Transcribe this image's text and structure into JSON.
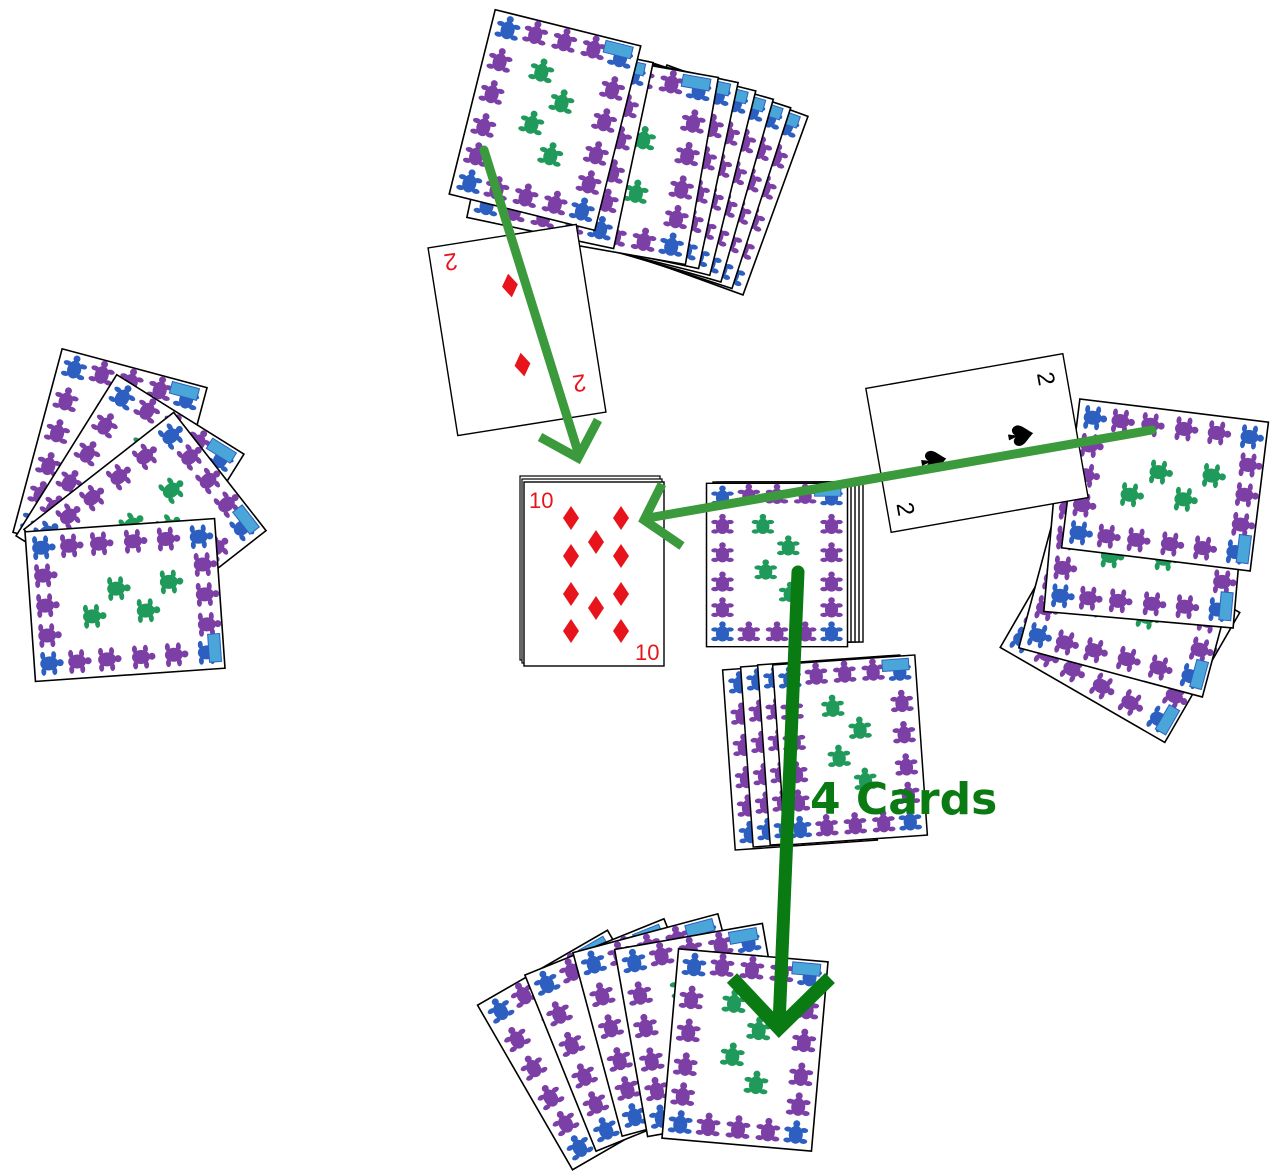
{
  "table": {
    "background": "#ffffff"
  },
  "colors": {
    "card_face": "#ffffff",
    "card_border": "#000000",
    "red_suit": "#e8141b",
    "black_suit": "#000000",
    "back_purple": "#7b3fa6",
    "back_green": "#1f9a5a",
    "back_blue": "#2d5fc1",
    "back_badge": "#4aa6d8",
    "arrow_light": "#3b9a3b",
    "arrow_dark": "#0a7a12",
    "label_green": "#0a7a12"
  },
  "played_cards": {
    "top_player_card": {
      "rank": "2",
      "suit": "diamonds",
      "suit_icon": "diamond-icon"
    },
    "right_player_card": {
      "rank": "2",
      "suit": "spades",
      "suit_icon": "spade-icon"
    }
  },
  "discard_pile": {
    "top_card": {
      "rank": "10",
      "suit": "diamonds",
      "suit_icon": "diamond-icon"
    }
  },
  "draw_pile": {
    "back_icon": "card-back-pattern-icon"
  },
  "penalty": {
    "label": "4 Cards",
    "drawn_count": 4
  },
  "hands": {
    "top": {
      "card_count": 8
    },
    "left": {
      "card_count": 4
    },
    "right": {
      "card_count": 4
    },
    "bottom": {
      "card_count": 5
    }
  }
}
